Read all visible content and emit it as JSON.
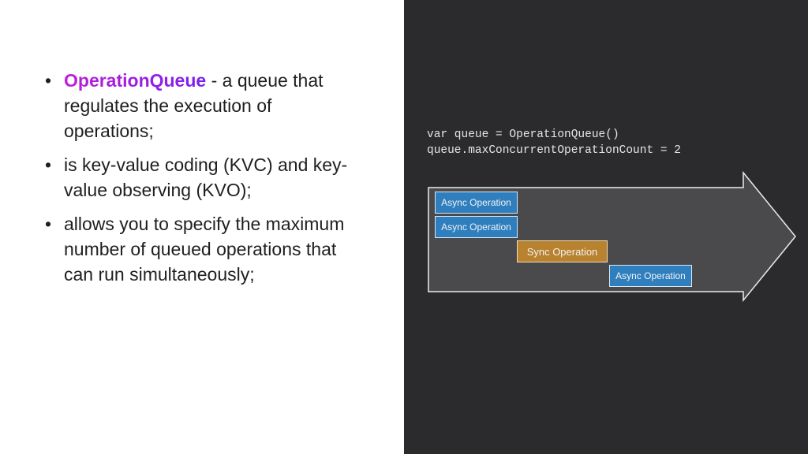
{
  "bullets": [
    {
      "highlight": "OperationQueue",
      "text": " - a queue that regulates the execution of operations;"
    },
    {
      "highlight": "",
      "text": "is key-value coding (KVC) and key-value observing (KVO);"
    },
    {
      "highlight": "",
      "text": "allows you to specify the maximum number of queued operations that can run simultaneously;"
    }
  ],
  "bullet_symbol": "•",
  "code": {
    "line1": "var queue = OperationQueue()",
    "line2": "queue.maxConcurrentOperationCount = 2"
  },
  "operations": [
    {
      "label": "Async Operation",
      "kind": "async"
    },
    {
      "label": "Async Operation",
      "kind": "async"
    },
    {
      "label": "Sync Operation",
      "kind": "sync"
    },
    {
      "label": "Async Operation",
      "kind": "async"
    }
  ],
  "colors": {
    "panel": "#2b2b2e",
    "arrow_fill": "#4a4a4d",
    "async": "#2f7fbf",
    "sync": "#b8822e",
    "highlight_start": "#c01ed6",
    "highlight_end": "#7a1ff2"
  }
}
